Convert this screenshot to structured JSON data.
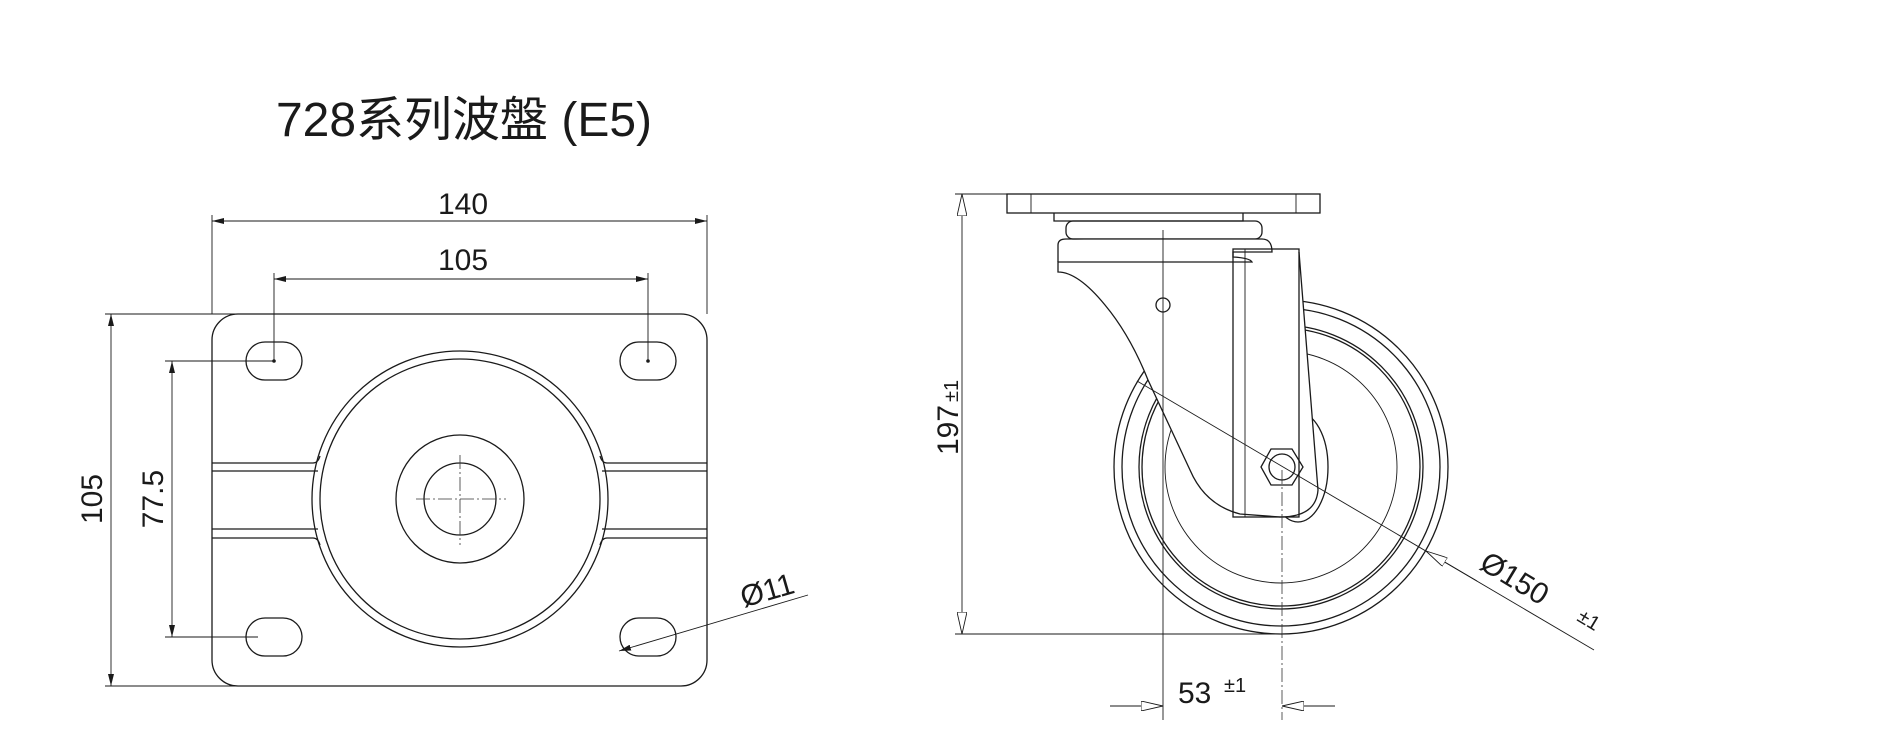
{
  "title": "728系列波盤 (E5)",
  "top_plate_view": {
    "width_dim": "140",
    "hole_spacing_x_dim": "105",
    "height_dim": "105",
    "hole_spacing_y_dim": "77.5",
    "hole_diameter_dim": "Ø11"
  },
  "side_view": {
    "height_dim": "197",
    "height_tol": "±1",
    "offset_dim": "53",
    "offset_tol": "±1",
    "wheel_diameter_dim": "Ø150",
    "wheel_diameter_tol": "±1"
  },
  "colors": {
    "line": "#1a1a1a",
    "background": "#ffffff"
  }
}
